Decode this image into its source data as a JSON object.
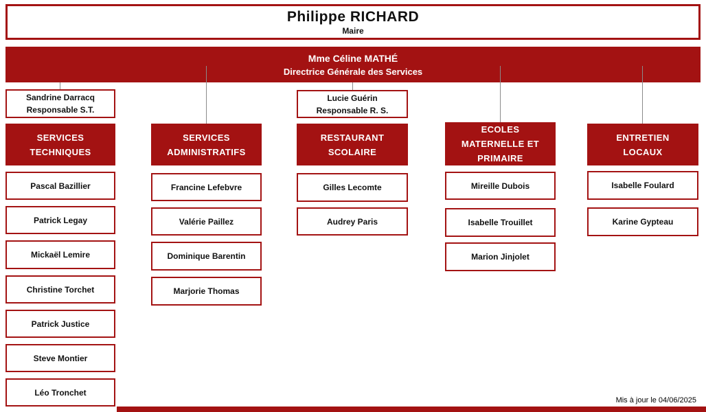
{
  "chart": {
    "mayor": {
      "name": "Philippe RICHARD",
      "title": "Maire"
    },
    "director": {
      "name": "Mme Céline MATHÉ",
      "title": "Directrice Générale des Services"
    },
    "columns": [
      {
        "id": "services-techniques",
        "manager": {
          "name": "Sandrine Darracq",
          "title": "Responsable S.T."
        },
        "header": [
          "SERVICES",
          "TECHNIQUES"
        ],
        "members": [
          "Pascal Bazillier",
          "Patrick Legay",
          "Mickaël Lemire",
          "Christine Torchet",
          "Patrick Justice",
          "Steve Montier",
          "Léo Tronchet"
        ]
      },
      {
        "id": "services-administratifs",
        "header": [
          "SERVICES",
          "ADMINISTRATIFS"
        ],
        "members": [
          "Francine Lefebvre",
          "Valérie Paillez",
          "Dominique Barentin",
          "Marjorie Thomas"
        ]
      },
      {
        "id": "restaurant-scolaire",
        "manager": {
          "name": "Lucie Guérin",
          "title": "Responsable R. S."
        },
        "header": [
          "RESTAURANT",
          "SCOLAIRE"
        ],
        "members": [
          "Gilles Lecomte",
          "Audrey Paris"
        ]
      },
      {
        "id": "ecoles-maternelle-primaire",
        "header": [
          "ECOLES",
          "MATERNELLE ET",
          "PRIMAIRE"
        ],
        "members": [
          "Mireille Dubois",
          "Isabelle Trouillet",
          "Marion Jinjolet"
        ]
      },
      {
        "id": "entretien-locaux",
        "header": [
          "ENTRETIEN",
          "LOCAUX"
        ],
        "members": [
          "Isabelle Foulard",
          "Karine Gypteau"
        ]
      }
    ],
    "footer": {
      "updated": "Mis à jour le 04/06/2025"
    },
    "colors": {
      "primary": "#A31212",
      "connector": "#8A8A8A"
    }
  }
}
